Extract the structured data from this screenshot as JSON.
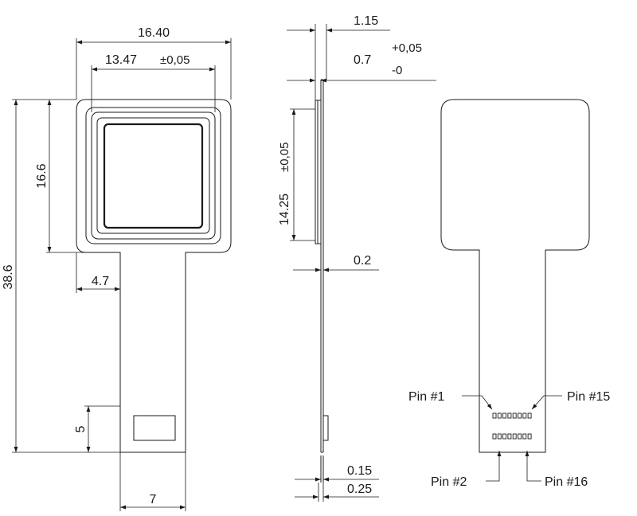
{
  "colors": {
    "line": "#1a1a1a",
    "background": "#ffffff"
  },
  "front_view": {
    "dim_total_width": "16.40",
    "dim_sensor_width": "13.47",
    "dim_sensor_width_tol": "±0,05",
    "dim_head_height": "16.6",
    "dim_total_height": "38.6",
    "dim_tail_offset": "4.7",
    "dim_connector_height": "5",
    "dim_tail_width": "7"
  },
  "side_view": {
    "dim_total_thickness": "1.15",
    "dim_sensor_thickness": "0.7",
    "dim_tol_plus": "+0,05",
    "dim_tol_minus": "-0",
    "dim_sensor_height": "14.25",
    "dim_sensor_height_tol": "±0,05",
    "dim_fpc_thickness": "0.2",
    "dim_tail_thickness_1": "0.15",
    "dim_tail_thickness_2": "0.25"
  },
  "back_view": {
    "pin_1": "Pin #1",
    "pin_15": "Pin #15",
    "pin_2": "Pin #2",
    "pin_16": "Pin #16"
  }
}
